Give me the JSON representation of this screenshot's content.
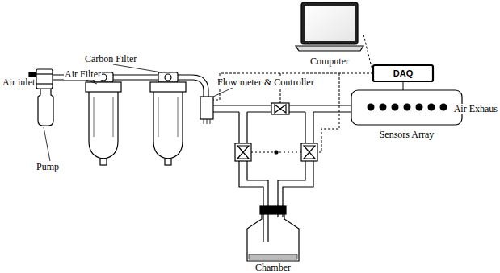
{
  "diagram": {
    "nodes": [
      {
        "text": [
          "Computer"
        ]
      },
      {
        "text": [
          "DAQ"
        ]
      },
      {
        "text": [
          "Sensors Array"
        ]
      },
      {
        "text": [
          "Chamber"
        ]
      }
    ],
    "edges": [
      {
        "from": 0,
        "to": 1,
        "arrow": "none"
      },
      {
        "from": 1,
        "to": 2,
        "arrow": "none"
      }
    ],
    "labels": [
      "Carbon Filter",
      "Air Filter",
      "Flow meter & Controller",
      "Air inlet",
      "Pump",
      "Air Exhaus"
    ]
  }
}
